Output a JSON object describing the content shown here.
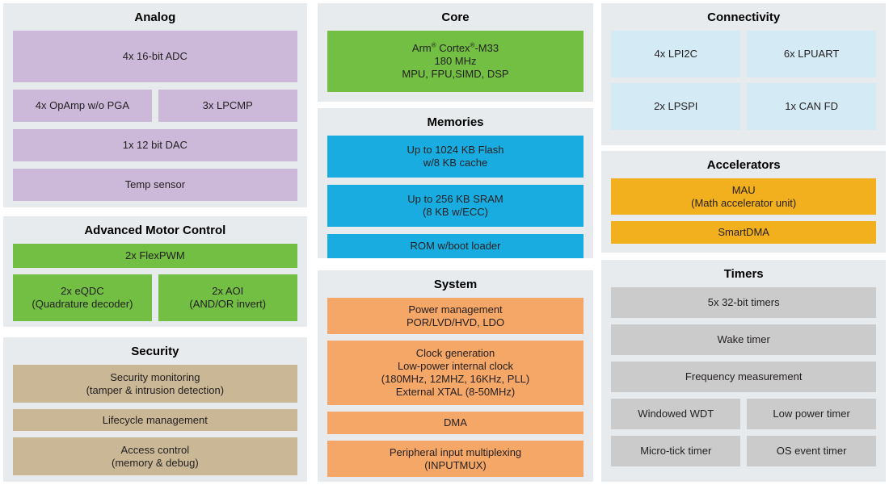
{
  "colors": {
    "panel_bg": "#e7ebed",
    "purple": "#ccb9da",
    "green": "#72bf44",
    "blue": "#18ace0",
    "orange": "#f5a768",
    "light_blue": "#d4ebf6",
    "yellow": "#f2b01e",
    "tan": "#c9b795",
    "gray": "#cbcbcb",
    "text": "#231f20"
  },
  "sections": {
    "analog": {
      "title": "Analog",
      "adc": [
        "4x 16-bit ADC"
      ],
      "opamp": [
        "4x OpAmp w/o PGA"
      ],
      "lpcmp": [
        "3x LPCMP"
      ],
      "dac": [
        "1x 12 bit DAC"
      ],
      "temp_sensor": [
        "Temp sensor"
      ]
    },
    "motor": {
      "title": "Advanced Motor Control",
      "flexpwm": [
        "2x FlexPWM"
      ],
      "eqdc": [
        "2x eQDC",
        "(Quadrature decoder)"
      ],
      "aoi": [
        "2x AOI",
        "(AND/OR invert)"
      ]
    },
    "security": {
      "title": "Security",
      "monitoring": [
        "Security monitoring",
        "(tamper & intrusion detection)"
      ],
      "lifecycle": [
        "Lifecycle management"
      ],
      "access": [
        "Access control",
        "(memory & debug)"
      ]
    },
    "core": {
      "title": "Core",
      "cpu": {
        "arm": "Arm",
        "reg1": "®",
        "cortex": " Cortex",
        "reg2": "®",
        "m33": "-M33",
        "line2": "180 MHz",
        "line3": "MPU, FPU,SIMD, DSP"
      }
    },
    "memories": {
      "title": "Memories",
      "flash": [
        "Up to 1024 KB Flash",
        "w/8 KB cache"
      ],
      "sram": [
        "Up to 256 KB SRAM",
        "(8 KB w/ECC)"
      ],
      "rom": [
        "ROM w/boot loader"
      ]
    },
    "system": {
      "title": "System",
      "power": [
        "Power management",
        "POR/LVD/HVD, LDO"
      ],
      "clock": [
        "Clock generation",
        "Low-power internal clock",
        "(180MHz, 12MHZ, 16KHz, PLL)",
        "External XTAL (8-50MHz)"
      ],
      "dma": [
        "DMA"
      ],
      "inputmux": [
        "Peripheral input multiplexing",
        "(INPUTMUX)"
      ]
    },
    "connectivity": {
      "title": "Connectivity",
      "lpi2c": [
        "4x LPI2C"
      ],
      "lpuart": [
        "6x LPUART"
      ],
      "lpspi": [
        "2x LPSPI"
      ],
      "canfd": [
        "1x CAN FD"
      ]
    },
    "accelerators": {
      "title": "Accelerators",
      "mau": [
        "MAU",
        "(Math accelerator unit)"
      ],
      "smartdma": [
        "SmartDMA"
      ]
    },
    "timers": {
      "title": "Timers",
      "timers32": [
        "5x 32-bit timers"
      ],
      "wake": [
        "Wake timer"
      ],
      "freq": [
        "Frequency measurement"
      ],
      "wwdt": [
        "Windowed WDT"
      ],
      "lptimer": [
        "Low power timer"
      ],
      "microtick": [
        "Micro-tick timer"
      ],
      "osevent": [
        "OS event timer"
      ]
    }
  }
}
